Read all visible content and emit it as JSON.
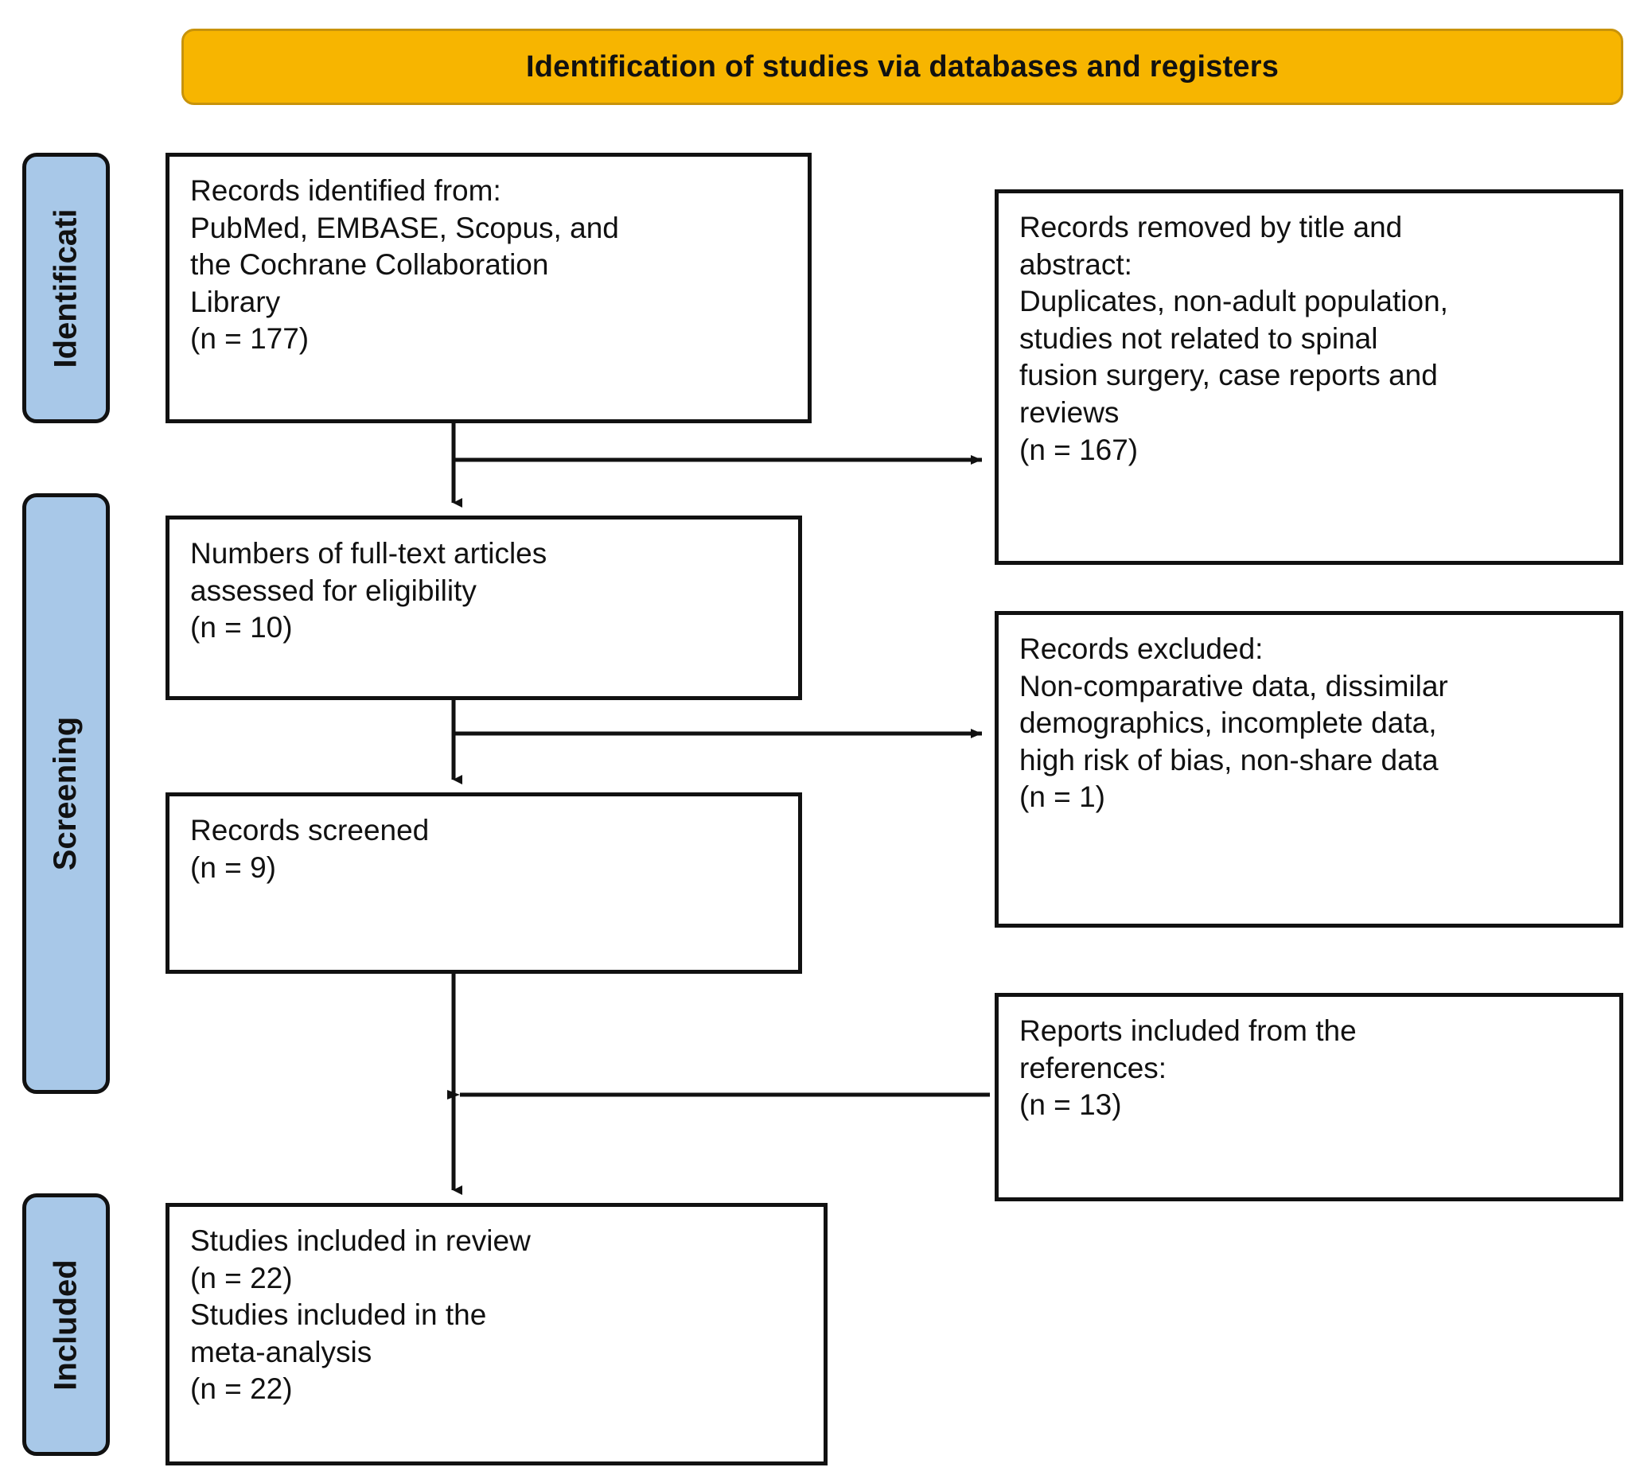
{
  "header": {
    "title": "Identification of studies via databases and registers",
    "banner_color": "#F7B500"
  },
  "stages": [
    {
      "id": "identification",
      "label": "Identificati"
    },
    {
      "id": "screening",
      "label": "Screening"
    },
    {
      "id": "included",
      "label": "Included"
    }
  ],
  "boxes": {
    "identified": {
      "text": "Records identified from:\nPubMed, EMBASE, Scopus, and\nthe Cochrane Collaboration\nLibrary\n(n = 177)",
      "count": "177"
    },
    "removed": {
      "text": "Records removed by title and\nabstract:\nDuplicates, non-adult population,\nstudies not related to spinal\nfusion surgery, case reports and\nreviews\n(n = 167)",
      "count": "167"
    },
    "fulltext": {
      "text": "Numbers of full-text articles\nassessed for eligibility\n(n = 10)",
      "count": "10"
    },
    "excluded": {
      "text": "Records excluded:\nNon-comparative data, dissimilar\ndemographics, incomplete data,\nhigh risk of bias, non-share data\n(n = 1)",
      "count": "1"
    },
    "screened": {
      "text": "Records screened\n(n = 9)",
      "count": "9"
    },
    "references": {
      "text": "Reports included from the\nreferences:\n(n = 13)",
      "count": "13"
    },
    "studies": {
      "text": "Studies included in review\n(n = 22)\nStudies included in the\nmeta-analysis\n(n = 22)",
      "count": "22"
    }
  },
  "colors": {
    "banner": "#F7B500",
    "banner_border": "#C8930A",
    "stage_fill": "#A8C8E8",
    "outline": "#111111",
    "box_fill": "#FFFFFF"
  }
}
